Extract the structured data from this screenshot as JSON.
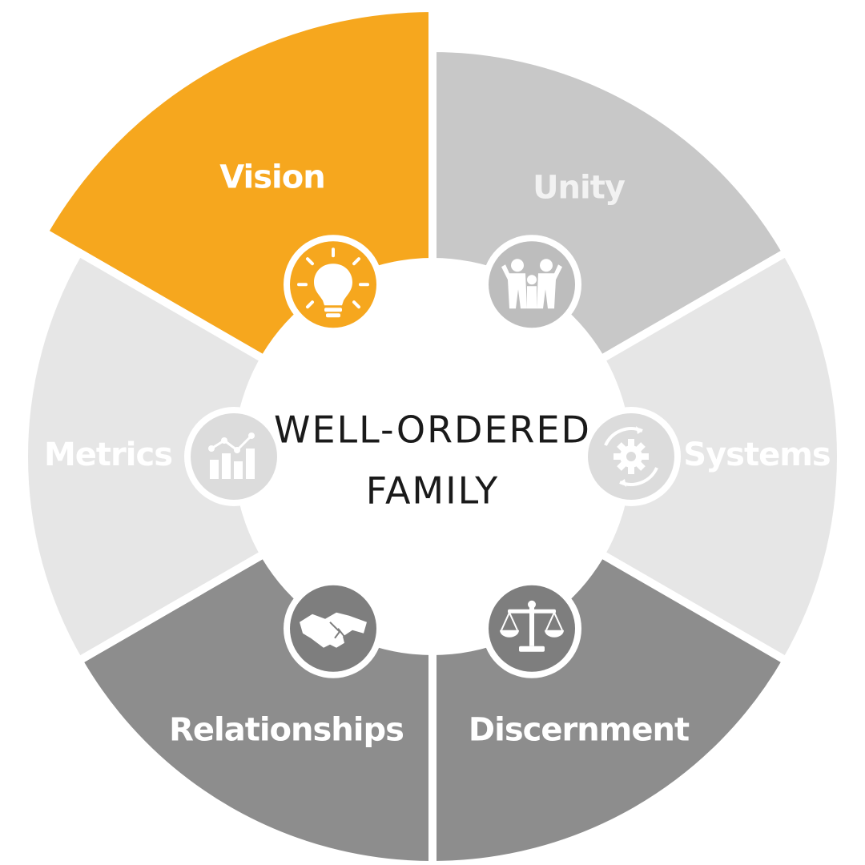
{
  "center": {
    "line1": "WELL-ORDERED",
    "line2": "FAMILY"
  },
  "segments": [
    {
      "label": "Vision",
      "icon": "lightbulb-icon",
      "color": "#f6a71e",
      "icon_color": "#f6a71e",
      "text_color": "#ffffff",
      "highlighted": true
    },
    {
      "label": "Unity",
      "icon": "family-icon",
      "color": "#c8c8c8",
      "icon_color": "#bdbdbd",
      "text_color": "#f2f2f2"
    },
    {
      "label": "Systems",
      "icon": "gear-cycle-icon",
      "color": "#e6e6e6",
      "icon_color": "#dcdcdc",
      "text_color": "#ffffff"
    },
    {
      "label": "Discernment",
      "icon": "scales-icon",
      "color": "#8d8d8d",
      "icon_color": "#7e7e7e",
      "text_color": "#ffffff"
    },
    {
      "label": "Relationships",
      "icon": "handshake-icon",
      "color": "#8d8d8d",
      "icon_color": "#7e7e7e",
      "text_color": "#ffffff"
    },
    {
      "label": "Metrics",
      "icon": "chart-icon",
      "color": "#e6e6e6",
      "icon_color": "#dcdcdc",
      "text_color": "#ffffff"
    }
  ]
}
